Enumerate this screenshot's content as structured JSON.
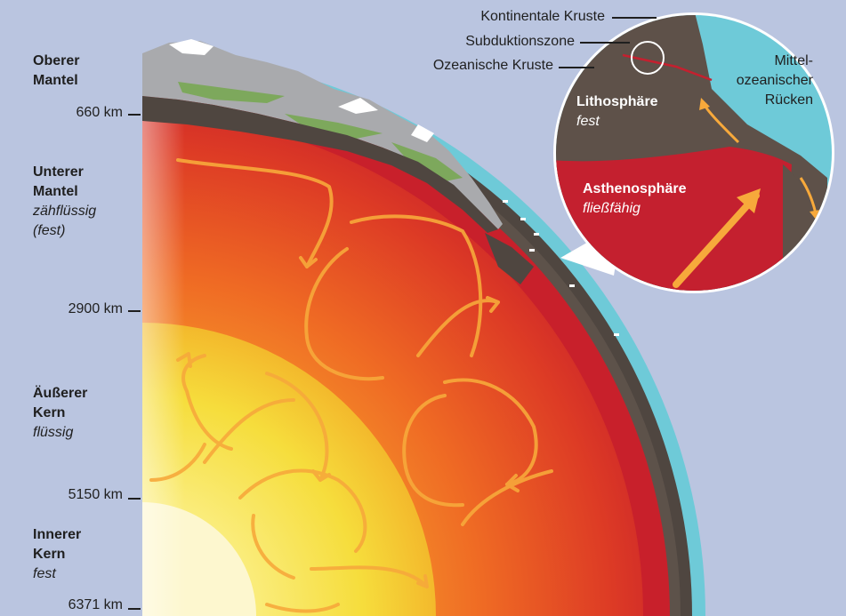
{
  "layers": [
    {
      "name": "Oberer",
      "name2": "Mantel",
      "state": ""
    },
    {
      "name": "Unterer",
      "name2": "Mantel",
      "state": "zähflüssig",
      "state2": "(fest)"
    },
    {
      "name": "Äußerer",
      "name2": "Kern",
      "state": "flüssig"
    },
    {
      "name": "Innerer",
      "name2": "Kern",
      "state": "fest"
    }
  ],
  "depths": [
    "660 km",
    "2900 km",
    "5150 km",
    "6371 km"
  ],
  "inset": {
    "continental_crust": "Kontinentale Kruste",
    "subduction_zone": "Subduktionszone",
    "oceanic_crust": "Ozeanische Kruste",
    "ridge_1": "Mittel-",
    "ridge_2": "ozeanischer",
    "ridge_3": "Rücken",
    "lithosphere": "Lithosphäre",
    "lithosphere_state": "fest",
    "asthenosphere": "Asthenosphäre",
    "asthenosphere_state": "fließfähig"
  },
  "colors": {
    "background": "#bac5e0",
    "ocean": "#6ecad8",
    "crust": "#5e5149",
    "asthenosphere": "#c4202f",
    "arrows": "#f7a93b",
    "outer_core": "#f2c425",
    "inner_core": "#fdf5c0"
  }
}
